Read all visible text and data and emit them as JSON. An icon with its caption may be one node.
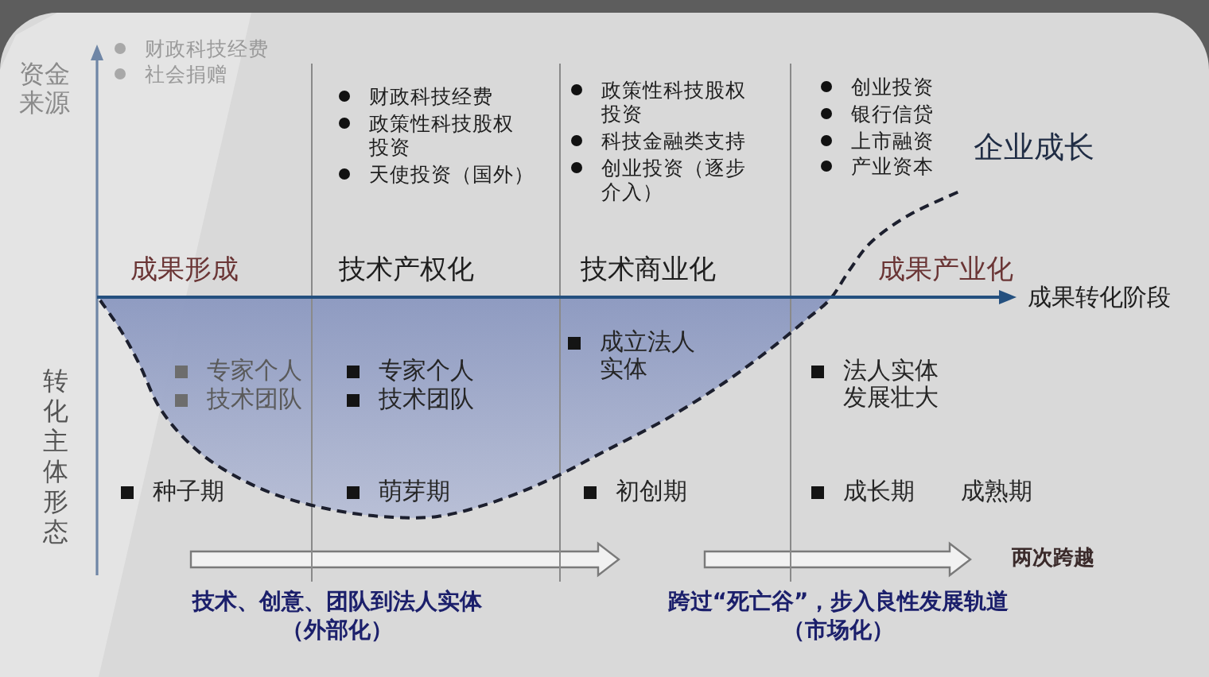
{
  "diagram": {
    "labels": [
      "资金来源",
      "财政科技经费",
      "社会捐赠",
      "财政科技经费",
      "政策性科技股权投资",
      "天使投资（国外）",
      "政策性科技股权投资",
      "科技金融类支持",
      "创业投资（逐步介入）",
      "创业投资",
      "银行信贷",
      "上市融资",
      "产业资本",
      "企业成长",
      "成果形成",
      "技术产权化",
      "技术商业化",
      "成果产业化",
      "成果转化阶段",
      "转化主体形态",
      "专家个人",
      "技术团队",
      "专家个人",
      "技术团队",
      "成立法人实体",
      "法人实体发展壮大",
      "种子期",
      "萌芽期",
      "初创期",
      "成长期",
      "成熟期",
      "两次跨越",
      "技术、创意、团队到法人实体",
      "（外部化）",
      "跨过“死亡谷”，步入良性发展轨道",
      "（市场化）"
    ]
  }
}
